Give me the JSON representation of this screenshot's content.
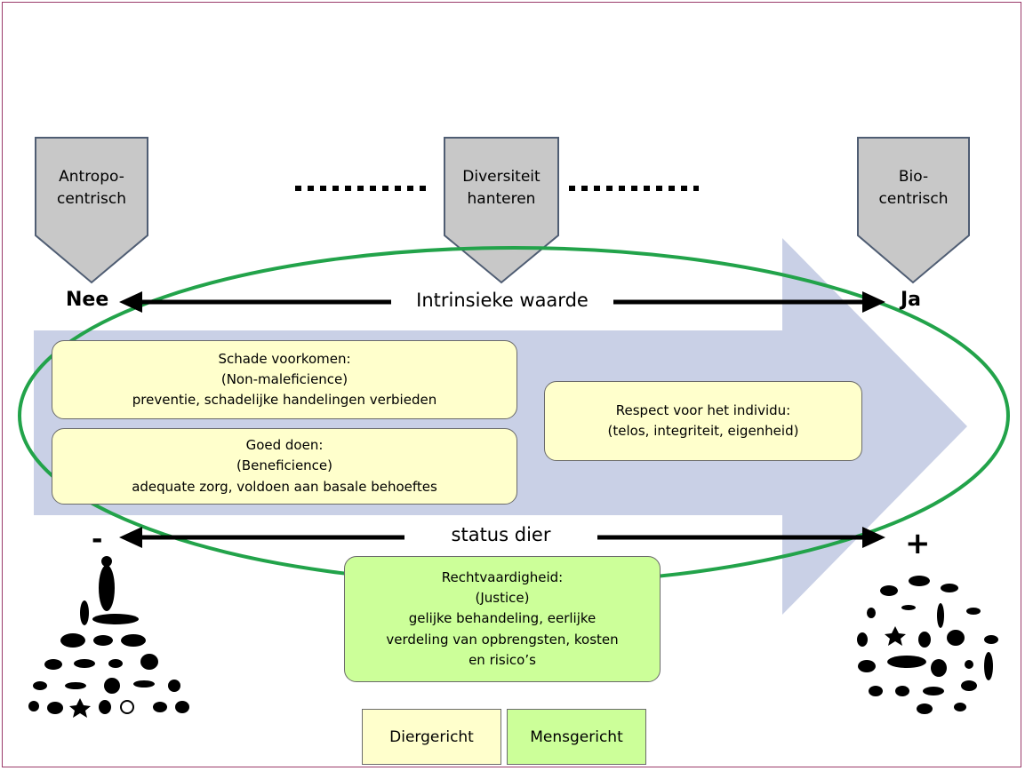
{
  "shields": {
    "left": [
      "Antropo-",
      "centrisch"
    ],
    "middle": [
      "Diversiteit",
      "hanteren"
    ],
    "right": [
      "Bio-",
      "centrisch"
    ]
  },
  "axis_top": {
    "left": "Nee",
    "label": "Intrinsieke waarde",
    "right": "Ja"
  },
  "axis_bottom": {
    "left": "-",
    "label": "status dier",
    "right": "+"
  },
  "boxes": {
    "harm": [
      "Schade voorkomen:",
      "(Non-maleficience)",
      "preventie, schadelijke handelingen verbieden"
    ],
    "good": [
      "Goed doen:",
      "(Beneficience)",
      "adequate zorg, voldoen aan basale behoeftes"
    ],
    "respect": [
      "Respect voor het individu:",
      "(telos, integriteit, eigenheid)"
    ],
    "justice": [
      "Rechtvaardigheid:",
      "(Justice)",
      "gelijke behandeling,  eerlijke",
      "verdeling van opbrengsten, kosten",
      "en risico’s"
    ]
  },
  "legend": {
    "animal": "Diergericht",
    "human": "Mensgericht"
  },
  "colors": {
    "animal_box": "#ffffcc",
    "human_box": "#ccff99",
    "ellipse": "#22a34a",
    "big_arrow": "#c9d0e6",
    "shield": "#c8c8c8",
    "border": "#9b3b6a"
  }
}
